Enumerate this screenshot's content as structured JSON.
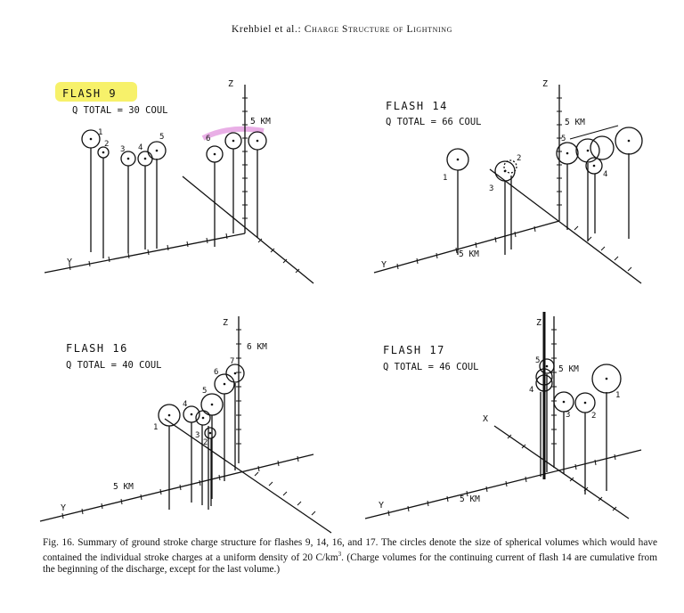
{
  "header": {
    "authors": "Krehbiel et al.:",
    "title": "Charge Structure of Lightning"
  },
  "colors": {
    "highlight_yellow": "#f6ef5a",
    "highlight_magenta": "#e39be0",
    "ink": "#111111"
  },
  "panels": {
    "flash9": {
      "title": "FLASH 9",
      "qtotal": "Q TOTAL = 30 COUL",
      "axis_z": "Z",
      "axis_y": "Y",
      "scale": "5 KM",
      "labels": [
        "1",
        "2",
        "3",
        "4",
        "5",
        "6"
      ]
    },
    "flash14": {
      "title": "FLASH 14",
      "qtotal": "Q TOTAL = 66 COUL",
      "axis_z": "Z",
      "axis_y": "Y",
      "scale_top": "5 KM",
      "scale_bottom": "5 KM",
      "labels": [
        "1",
        "2",
        "3",
        "4",
        "5"
      ]
    },
    "flash16": {
      "title": "FLASH 16",
      "qtotal": "Q TOTAL = 40 COUL",
      "axis_z": "Z",
      "axis_y": "Y",
      "scale_top": "6 KM",
      "scale_bottom": "5 KM",
      "labels": [
        "1",
        "2",
        "3",
        "4",
        "5",
        "6",
        "7"
      ]
    },
    "flash17": {
      "title": "FLASH 17",
      "qtotal": "Q TOTAL = 46 COUL",
      "axis_z": "Z",
      "axis_y": "Y",
      "axis_x": "X",
      "scale_top": "5 KM",
      "scale_bottom": "5 KM",
      "labels": [
        "1",
        "2",
        "3",
        "4",
        "5"
      ]
    }
  },
  "caption": {
    "part1": "Fig. 16.   Summary of ground stroke charge structure for flashes 9, 14, 16, and 17. The circles denote the size of spherical volumes which would have contained the individual stroke charges at a uniform density of 20 C/km",
    "sup": "3",
    "part2": ". (Charge volumes for the continuing current of flash 14 are cumulative from the beginning of the discharge, except for the last volume.)"
  }
}
